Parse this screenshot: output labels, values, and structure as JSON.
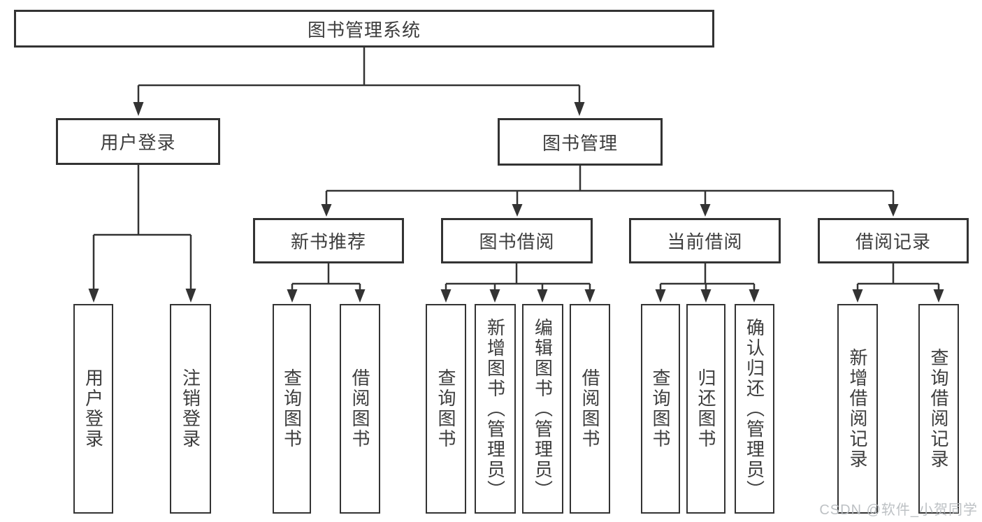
{
  "tree": {
    "root": {
      "label": "图书管理系统"
    },
    "branches": [
      {
        "label": "用户登录",
        "leaves": [
          {
            "label": "用户登录"
          },
          {
            "label": "注销登录"
          }
        ]
      },
      {
        "label": "图书管理",
        "groups": [
          {
            "label": "新书推荐",
            "leaves": [
              {
                "label": "查询图书"
              },
              {
                "label": "借阅图书"
              }
            ]
          },
          {
            "label": "图书借阅",
            "leaves": [
              {
                "label": "查询图书"
              },
              {
                "label": "新增图书（管理员）"
              },
              {
                "label": "编辑图书（管理员）"
              },
              {
                "label": "借阅图书"
              }
            ]
          },
          {
            "label": "当前借阅",
            "leaves": [
              {
                "label": "查询图书"
              },
              {
                "label": "归还图书"
              },
              {
                "label": "确认归还（管理员）"
              }
            ]
          },
          {
            "label": "借阅记录",
            "leaves": [
              {
                "label": "新增借阅记录"
              },
              {
                "label": "查询借阅记录"
              }
            ]
          }
        ]
      }
    ]
  },
  "watermark": {
    "text": "CSDN @软件_小贺同学",
    "color": "#b8bcc0"
  },
  "colors": {
    "line": "#333333",
    "border": "#333333",
    "text": "#3d3d3d",
    "background": "#ffffff"
  }
}
